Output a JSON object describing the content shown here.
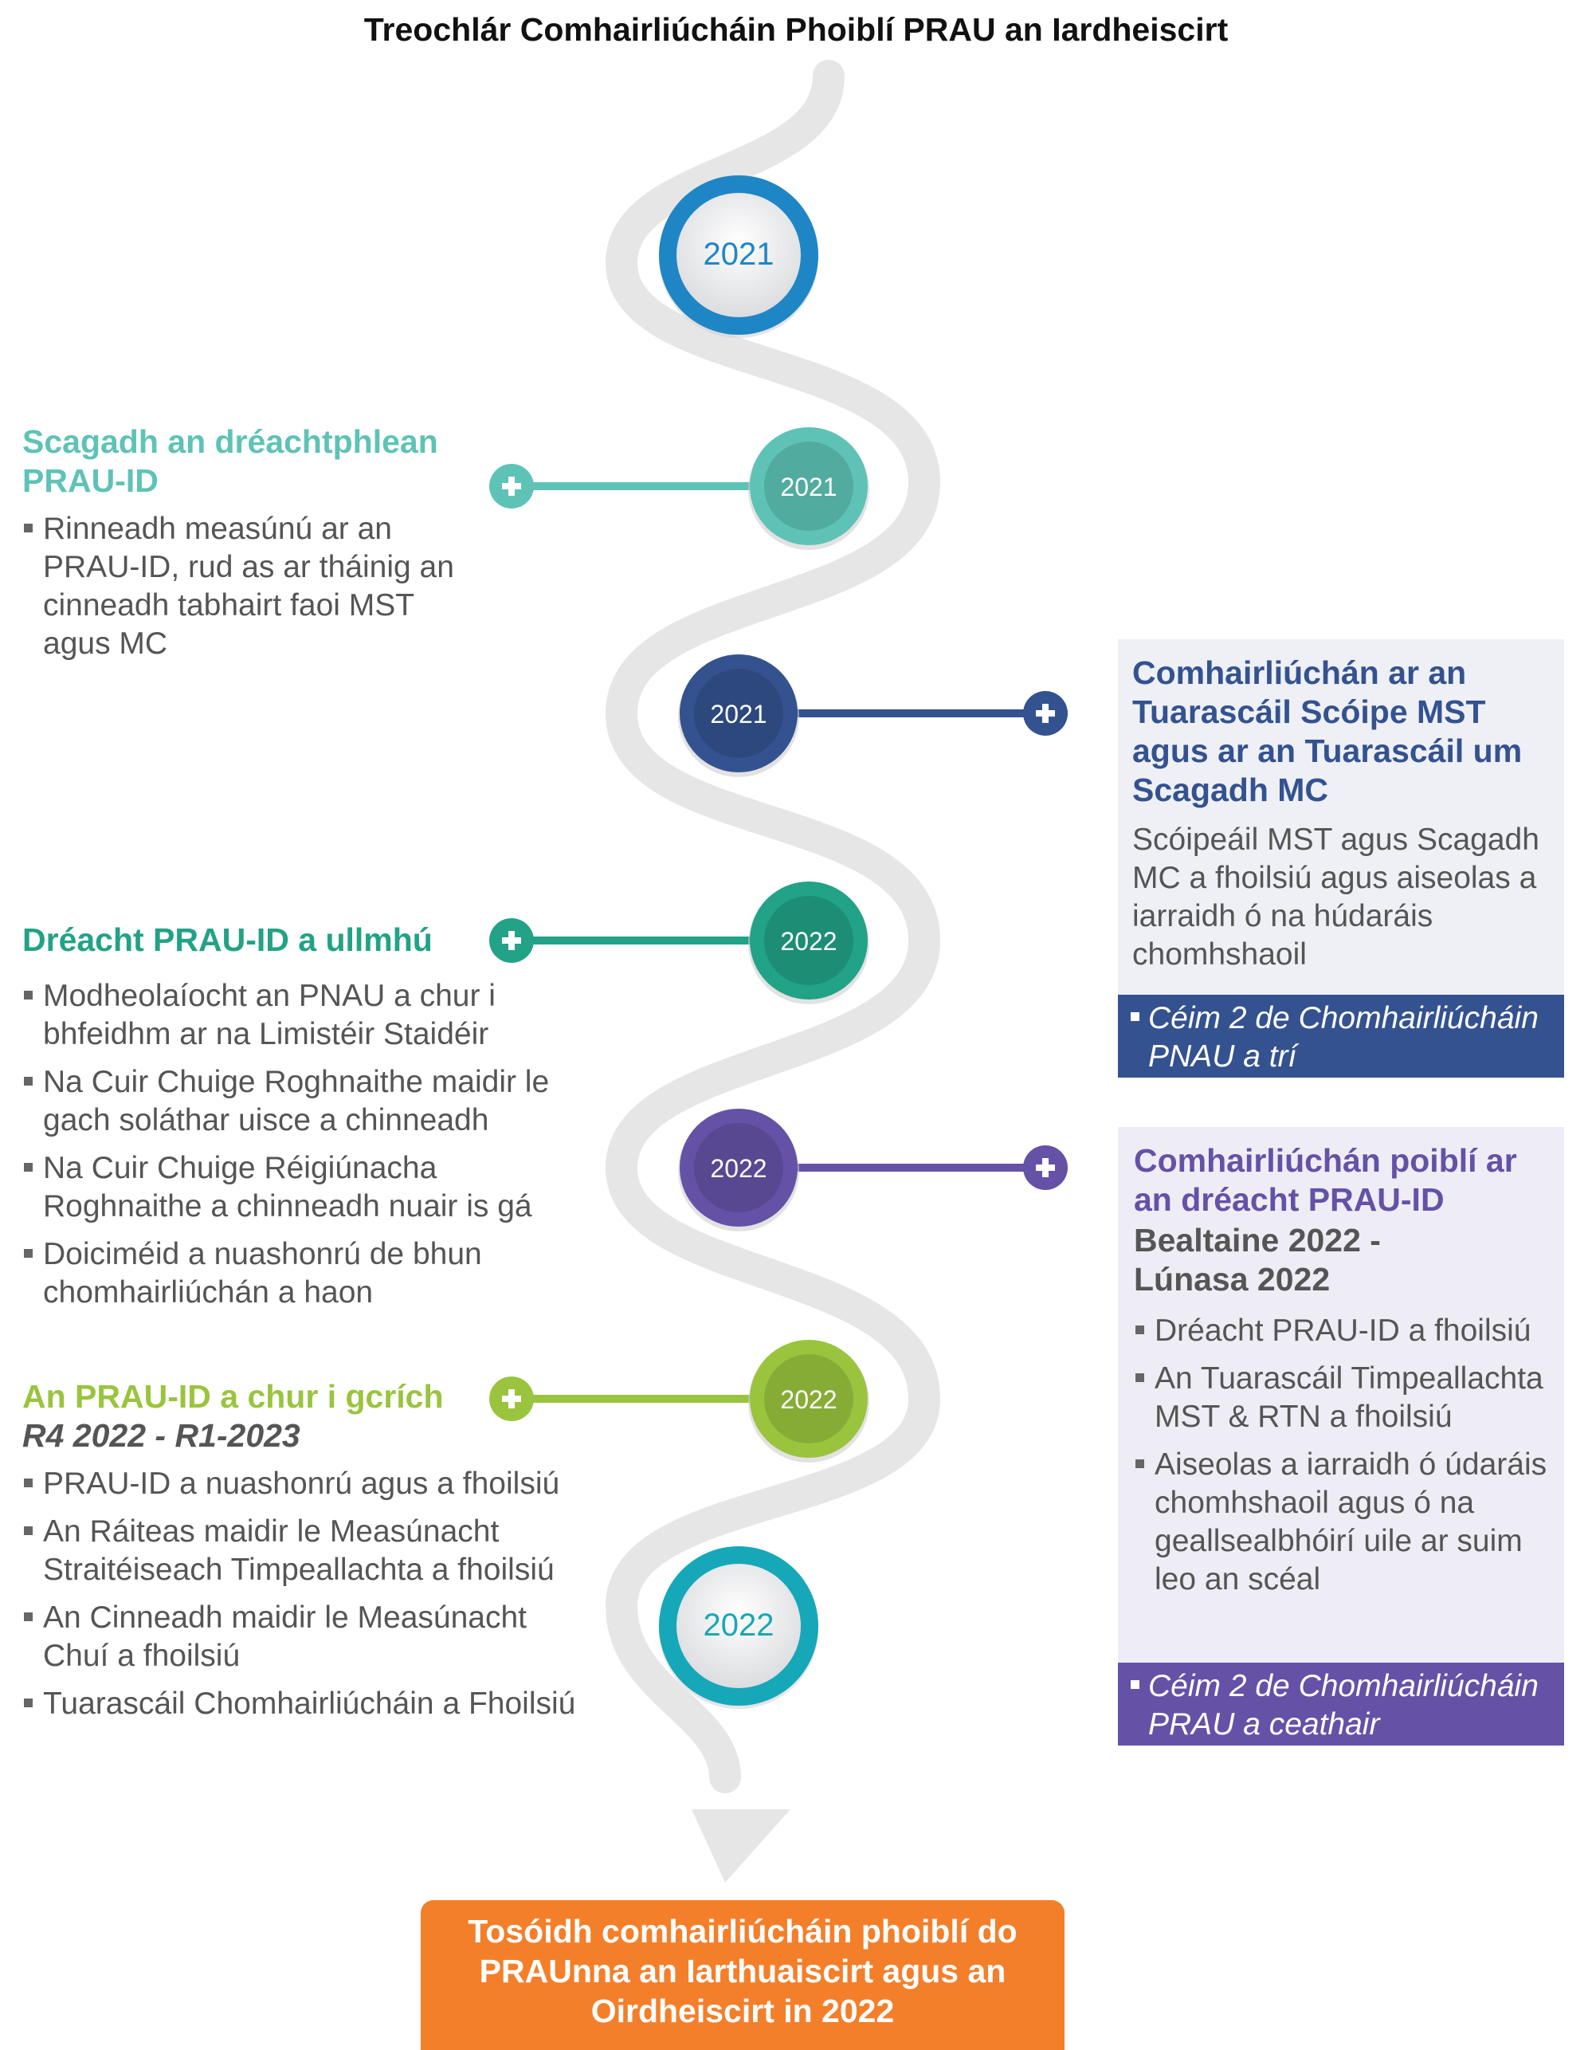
{
  "title": "Treochlár Comhairliúcháin Phoiblí PRAU an Iardheiscirt",
  "colors": {
    "road": "#e6e6e6",
    "teal": "#5ec3b6",
    "navy": "#34528f",
    "green": "#22a286",
    "purple": "#6551a6",
    "lime": "#9ac43e",
    "blue": "#1f86c6",
    "cyan": "#16a8b8",
    "orange": "#f47f2a"
  },
  "nodes": [
    {
      "year": "2021",
      "style": "ring",
      "color": "#1f86c6"
    },
    {
      "year": "2021",
      "style": "filled",
      "color": "#5ec3b6"
    },
    {
      "year": "2021",
      "style": "filled",
      "color": "#34528f"
    },
    {
      "year": "2022",
      "style": "filled",
      "color": "#22a286"
    },
    {
      "year": "2022",
      "style": "filled",
      "color": "#6551a6"
    },
    {
      "year": "2022",
      "style": "filled",
      "color": "#9ac43e"
    },
    {
      "year": "2022",
      "style": "ring",
      "color": "#16a8b8"
    }
  ],
  "plus_icon": "plus-icon",
  "stages": {
    "screening": {
      "heading": "Scagadh an dréachtphlean PRAU-ID",
      "bullets": [
        "Rinneadh measúnú ar an PRAU-ID, rud as ar tháinig an cinneadh tabhairt faoi MST agus MC"
      ]
    },
    "scoping": {
      "heading": "Comhairliúchán ar an Tuarascáil Scóipe MST agus ar an Tuarascáil um Scagadh MC",
      "body": "Scóipeáil MST agus Scagadh MC a fhoilsiú agus aiseolas a iarraidh ó na húdaráis chomhshaoil",
      "footer": "Céim 2 de Chomhairliúcháin PNAU a trí"
    },
    "draft": {
      "heading": "Dréacht PRAU-ID a ullmhú",
      "bullets": [
        "Modheolaíocht an PNAU a chur i bhfeidhm ar na Limistéir Staidéir",
        "Na Cuir Chuige Roghnaithe maidir le gach soláthar uisce a chinneadh",
        "Na Cuir Chuige Réigiúnacha Roghnaithe a chinneadh nuair is gá",
        "Doiciméid a nuashonrú de bhun chomhairliúchán a haon"
      ]
    },
    "consultation": {
      "heading": "Comhairliúchán poiblí ar an dréacht PRAU-ID",
      "dates": "Bealtaine 2022 - Lúnasa 2022",
      "bullets": [
        "Dréacht PRAU-ID a fhoilsiú",
        "An Tuarascáil Timpeallachta MST & RTN a fhoilsiú",
        "Aiseolas a iarraidh ó údaráis chomhshaoil agus ó na geallsealbhóirí uile ar suim leo an scéal"
      ],
      "footer": "Céim 2 de Chomhairliúcháin PRAU a ceathair"
    },
    "implement": {
      "heading": "An PRAU-ID a chur i gcrích",
      "dates": "R4 2022 - R1-2023",
      "bullets": [
        "PRAU-ID a nuashonrú agus a fhoilsiú",
        "An Ráiteas maidir le Measúnacht Straitéiseach Timpeallachta a fhoilsiú",
        "An Cinneadh maidir le Measúnacht Chuí a fhoilsiú",
        "Tuarascáil Chomhairliúcháin a Fhoilsiú"
      ]
    }
  },
  "end_box": "Tosóidh comhairliúcháin phoiblí do PRAUnna an Iarthuaiscirt agus an Oirdheiscirt in 2022"
}
